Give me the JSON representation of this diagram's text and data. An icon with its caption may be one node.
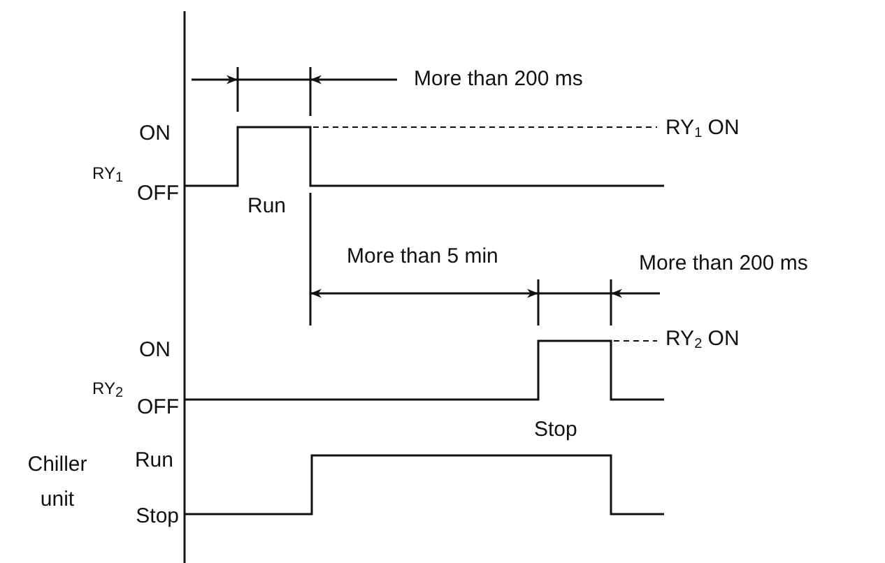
{
  "diagram": {
    "labels": [
      "More than 200 ms",
      "ON",
      "RY$_{1}$ ON",
      "RY$_{1}$",
      "OFF",
      "Run",
      "More than 5 min",
      "More than 200 ms",
      "ON",
      "RY$_{2}$ ON",
      "RY$_{2}$",
      "OFF",
      "Stop",
      "Chiller unit",
      "Run",
      "Stop"
    ]
  }
}
